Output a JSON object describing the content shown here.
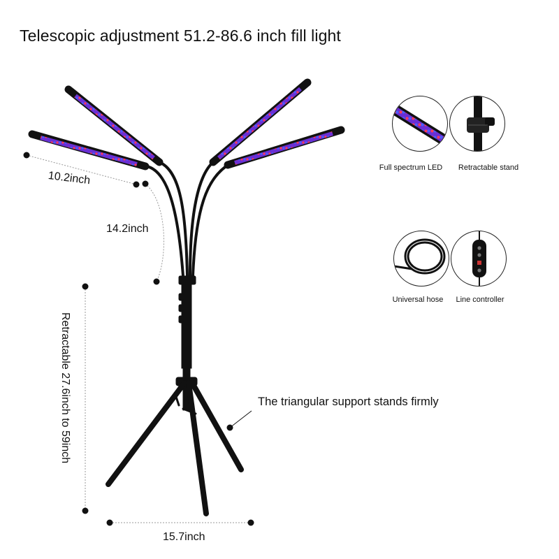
{
  "title": "Telescopic adjustment 51.2-86.6 inch fill light",
  "dimensions": {
    "lamp_length": "10.2inch",
    "hose_length": "14.2inch",
    "stand_height": "Retractable 27.6inch to 59inch",
    "base_width": "15.7inch"
  },
  "note": "The triangular support stands firmly",
  "features": [
    {
      "label": "Full spectrum LED",
      "icon": "led-strip-icon"
    },
    {
      "label": "Retractable stand",
      "icon": "stand-clamp-icon"
    },
    {
      "label": "Universal hose",
      "icon": "coiled-hose-icon"
    },
    {
      "label": "Line controller",
      "icon": "controller-icon"
    }
  ],
  "colors": {
    "led_purple": "#7a2bd6",
    "led_red": "#e0304a",
    "led_blue": "#3a4ad8",
    "stand": "#111111"
  }
}
